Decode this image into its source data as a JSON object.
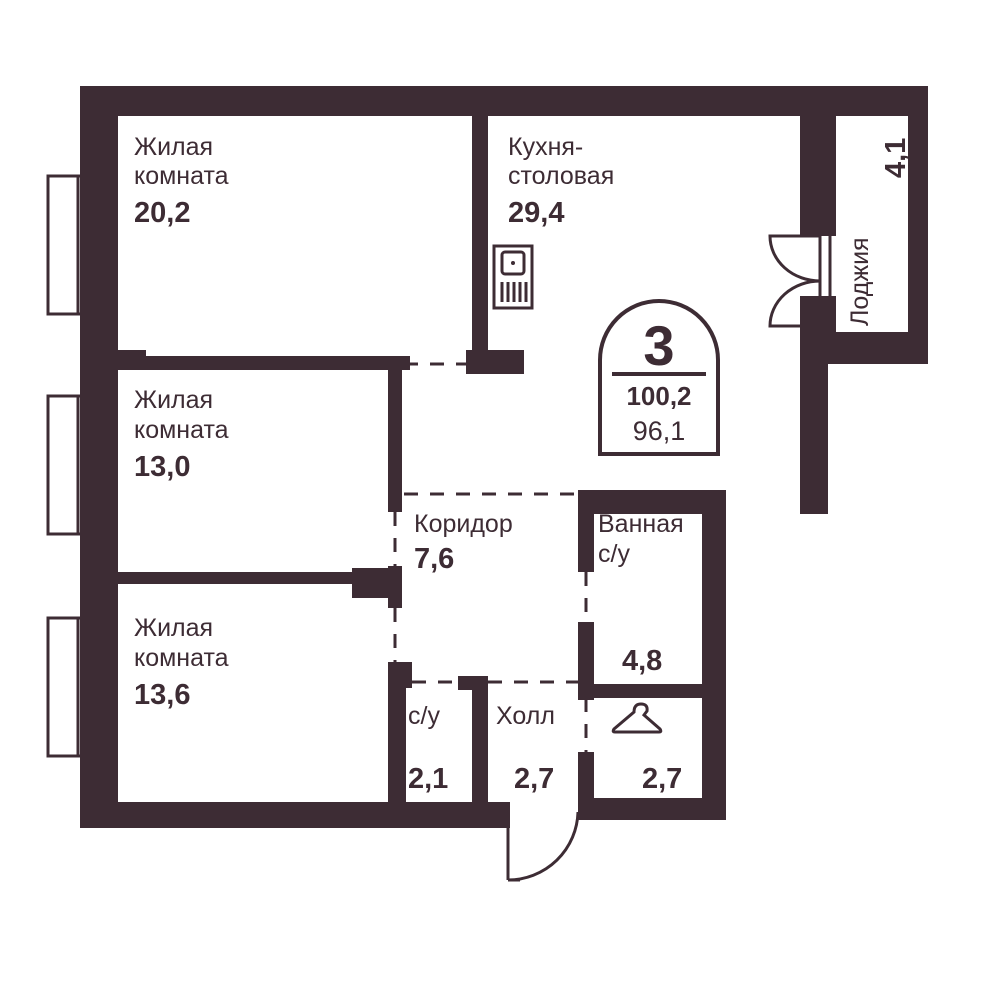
{
  "colors": {
    "wall": "#3d2c34",
    "background": "#ffffff"
  },
  "badge": {
    "rooms": "3",
    "total_area": "100,2",
    "living_area": "96,1"
  },
  "rooms": {
    "living1": {
      "name_line1": "Жилая",
      "name_line2": "комната",
      "area": "20,2"
    },
    "kitchen": {
      "name_line1": "Кухня-",
      "name_line2": "столовая",
      "area": "29,4"
    },
    "living2": {
      "name_line1": "Жилая",
      "name_line2": "комната",
      "area": "13,0"
    },
    "living3": {
      "name_line1": "Жилая",
      "name_line2": "комната",
      "area": "13,6"
    },
    "corridor": {
      "name": "Коридор",
      "area": "7,6"
    },
    "bathroom": {
      "name_line1": "Ванная",
      "name_line2": "с/у",
      "area": "4,8"
    },
    "wc": {
      "name": "с/у",
      "area": "2,1"
    },
    "hall": {
      "name": "Холл",
      "area": "2,7"
    },
    "wardrobe": {
      "icon": "hanger-icon",
      "area": "2,7"
    },
    "loggia": {
      "name": "Лоджия",
      "area": "4,1"
    }
  },
  "icons": [
    "sink-icon",
    "hanger-icon",
    "door-icon",
    "window-icon"
  ]
}
